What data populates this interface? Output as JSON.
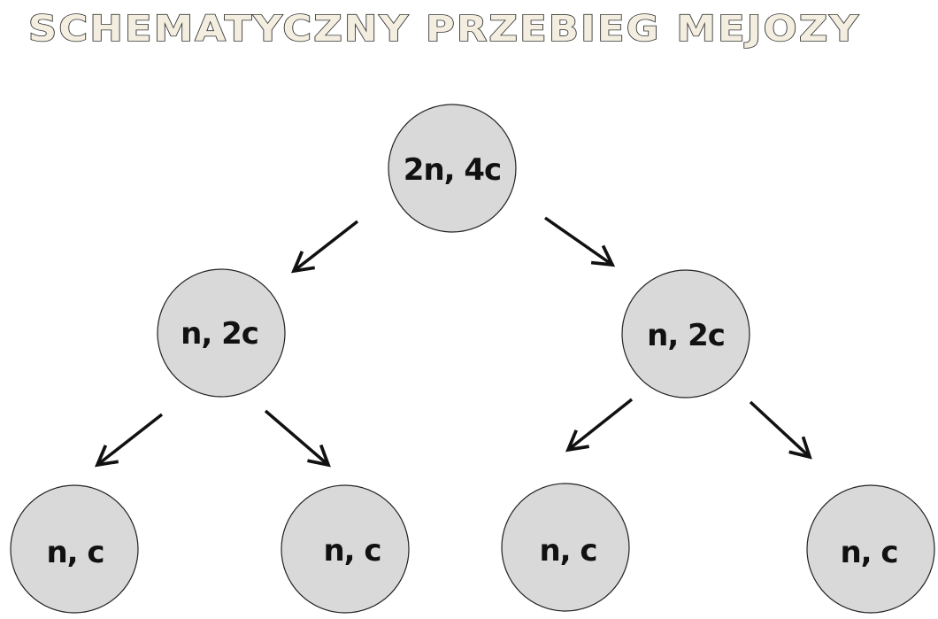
{
  "title": "SCHEMATYCZNY PRZEBIEG MEJOZY",
  "colors": {
    "title_fill": "#f3eedf",
    "title_stroke": "#333333",
    "node_fill": "#d9d9d9",
    "node_stroke": "#222222",
    "arrow": "#111111"
  },
  "nodes": {
    "root": "2n, 4c",
    "left": "n, 2c",
    "right": "n, 2c",
    "left_left": "n, c",
    "left_right": "n, c",
    "right_left": "n, c",
    "right_right": "n, c"
  }
}
